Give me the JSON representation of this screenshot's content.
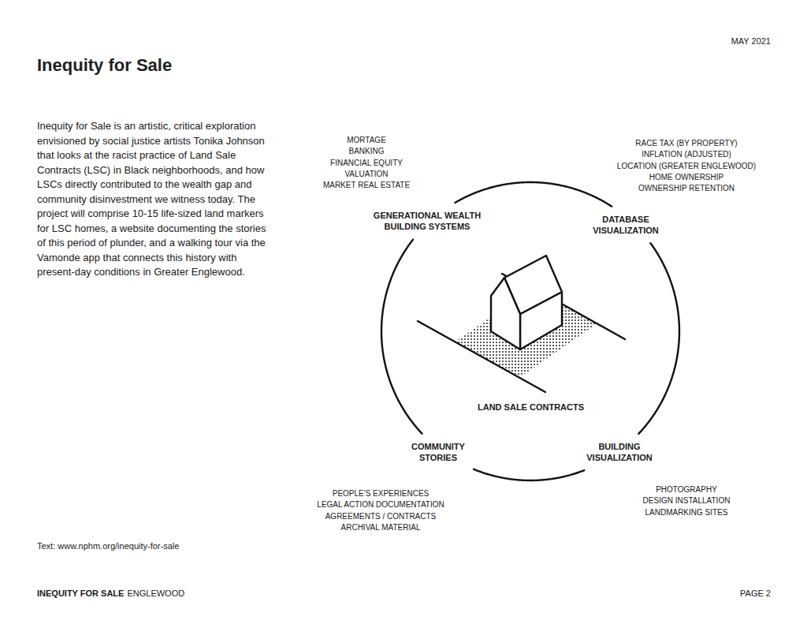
{
  "diagram": {
    "title": "Inequity for Sale",
    "nodes": [
      {
        "text": [
          "MORTAGE",
          "BANKING",
          "FINANCIAL EQUITY",
          "VALUATION",
          "MARKET REAL ESTATE",
          "GENERATIONAL WEALTH BUILDING SYSTEMS"
        ]
      },
      {
        "text": [
          "RACE TAX (BY PROPERTY)",
          "INFLATION (ADJUSTED)",
          "LOCATION (GREATER ENGLEWOOD)",
          "HOME OWNERSHIP",
          "OWNERSHIP RETENTION",
          "DATABASE VISUALIZATION"
        ]
      },
      {
        "text": [
          "LAND SALE CONTRACTS"
        ]
      },
      {
        "text": [
          "COMMUNITY STORIES",
          "PEOPLE'S EXPERIENCES",
          "LEGAL ACTION DOCUMENTATION",
          "AGREEMENTS / CONTRACTS",
          "ARCHIVAL MATERIAL"
        ]
      },
      {
        "text": [
          "BUILDING VISUALIZATION",
          "PHOTOGRAPHY",
          "DESIGN INSTALLATION",
          "LANDMARKING SITES"
        ]
      }
    ],
    "edges": [
      {
        "from": 0,
        "to": 1,
        "arrow": "none"
      },
      {
        "from": 1,
        "to": 4,
        "arrow": "none"
      },
      {
        "from": 4,
        "to": 3,
        "arrow": "none"
      },
      {
        "from": 3,
        "to": 0,
        "arrow": "none"
      }
    ],
    "labels": [
      "MAY 2021",
      "Inequity for Sale is an artistic, critical exploration envisioned by social justice artists Tonika Johnson that looks at the racist practice of Land Sale Contracts (LSC) in Black neighborhoods, and how LSCs directly contributed to the wealth gap and community disinvestment we witness today. The project will comprise 10-15 life-sized land markers for LSC homes, a website documenting the stories of this period of plunder, and a walking tour via the Vamonde app that connects this history with present-day conditions in Greater Englewood.",
      "Text: www.nphm.org/inequity-for-sale",
      "INEQUITY FOR SALE",
      "ENGLEWOOD",
      "PAGE 2"
    ]
  }
}
